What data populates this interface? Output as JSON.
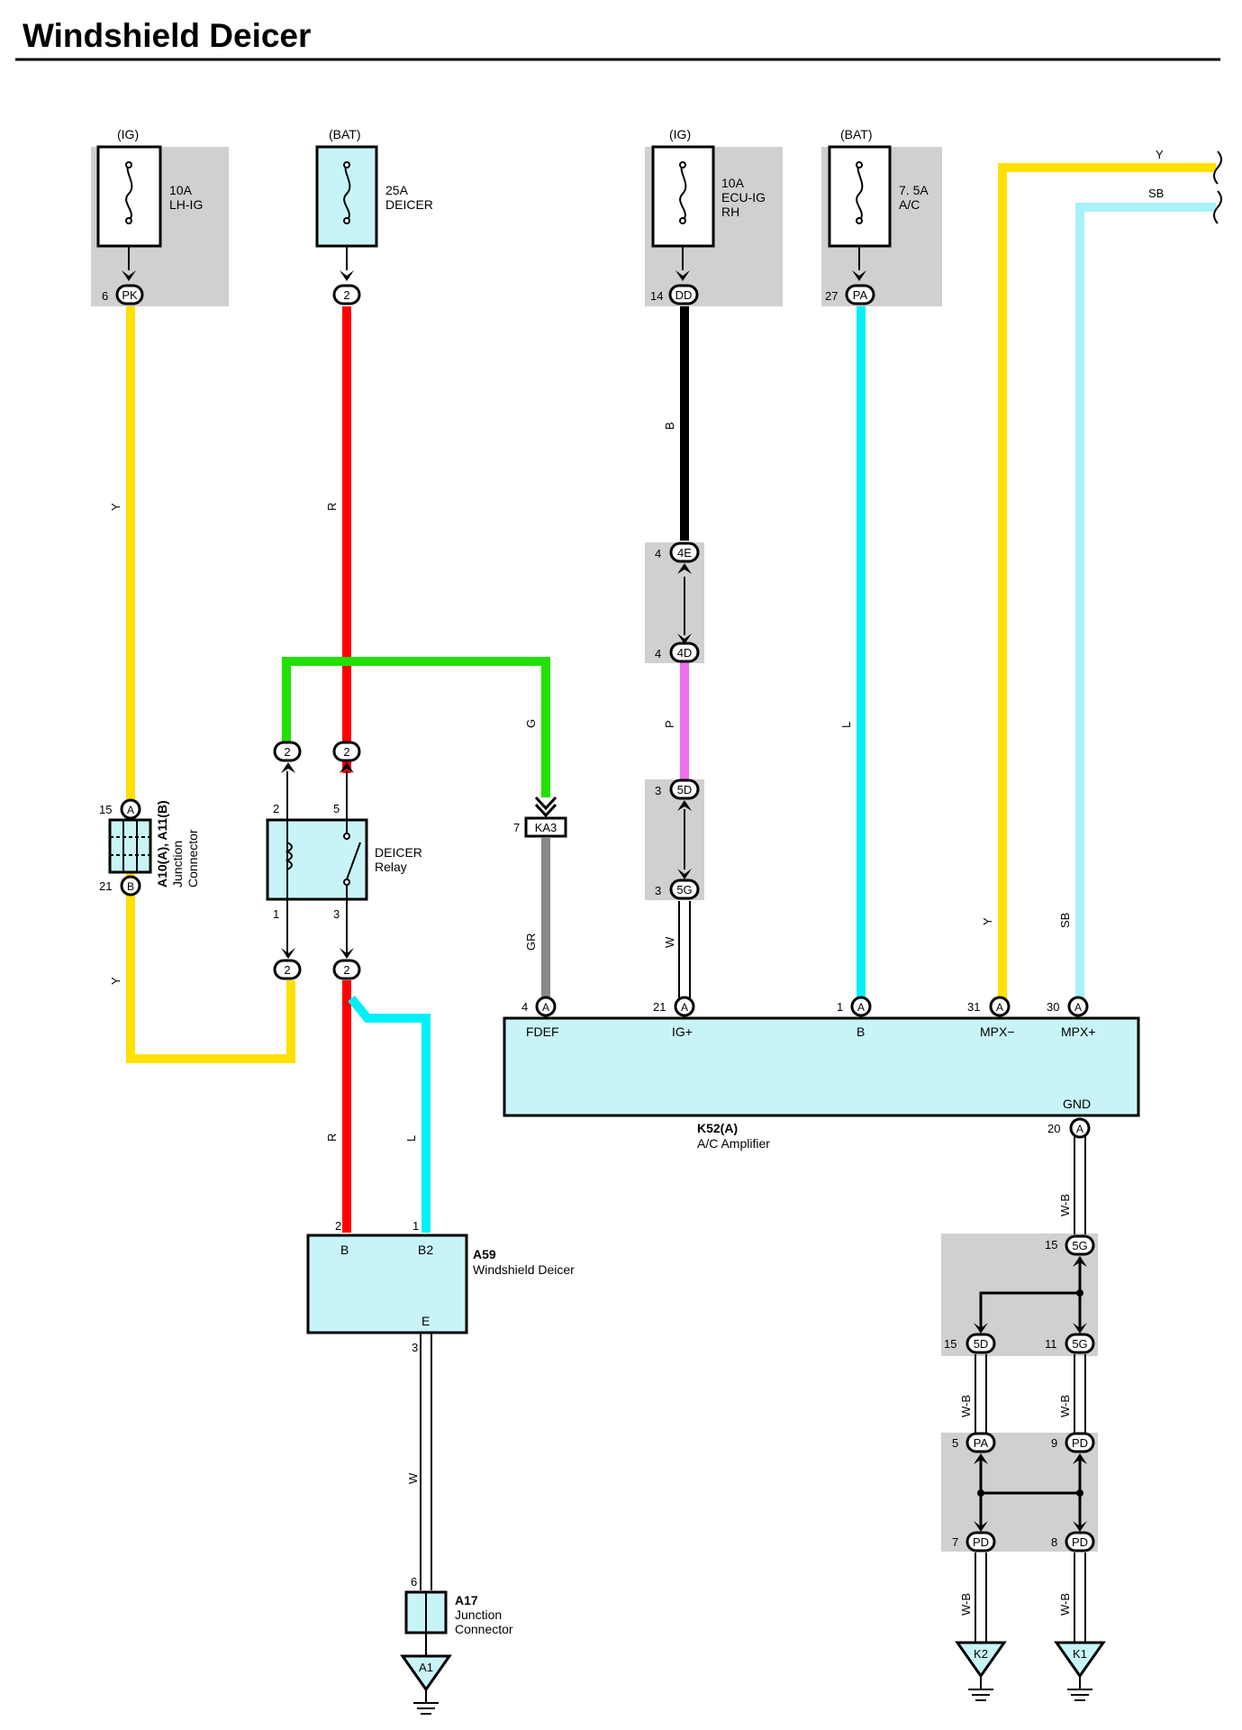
{
  "title": "Windshield Deicer",
  "fuses": [
    {
      "supply": "(IG)",
      "rating": "10A",
      "name": "LH-IG",
      "pin": "6",
      "conn": "PK"
    },
    {
      "supply": "(BAT)",
      "rating": "25A",
      "name": "DEICER",
      "pin": "",
      "conn": "2"
    },
    {
      "supply": "(IG)",
      "rating": "10A",
      "name": "ECU-IG RH",
      "pin": "14",
      "conn": "DD"
    },
    {
      "supply": "(BAT)",
      "rating": "7. 5A",
      "name": "A/C",
      "pin": "27",
      "conn": "PA"
    }
  ],
  "wire_colors": {
    "y1": "Y",
    "y2": "Y",
    "r1": "R",
    "r2": "R",
    "g": "G",
    "b": "B",
    "p": "P",
    "w1": "W",
    "l1": "L",
    "l2": "L",
    "gr": "GR",
    "y3": "Y",
    "sb1": "SB",
    "ytop": "Y",
    "sbtop": "SB",
    "w2": "W",
    "wb1": "W-B",
    "wb2": "W-B",
    "wb3": "W-B",
    "wb4": "W-B",
    "wb5": "W-B"
  },
  "connectors": {
    "a10_pin_top": "15",
    "a10_top": "A",
    "a10_pin_bot": "21",
    "a10_bot": "B",
    "relay_top_left": "2",
    "relay_top_right": "2",
    "relay_bot_left": "2",
    "relay_bot_right": "2",
    "ka3_pin": "7",
    "ka3": "KA3",
    "c4e_pin": "4",
    "c4e": "4E",
    "c4d_pin": "4",
    "c4d": "4D",
    "c5d_pin": "3",
    "c5d": "5D",
    "c5g_pin": "3",
    "c5g": "5G"
  },
  "relay": {
    "name": "DEICER",
    "sub": "Relay",
    "pin2": "2",
    "pin5": "5",
    "pin1": "1",
    "pin3": "3"
  },
  "junction_a10": {
    "name": "A10(A), A11(B)",
    "sub1": "Junction",
    "sub2": "Connector"
  },
  "amplifier": {
    "id": "K52(A)",
    "name": "A/C Amplifier",
    "pins": [
      {
        "num": "4",
        "conn": "A",
        "label": "FDEF"
      },
      {
        "num": "21",
        "conn": "A",
        "label": "IG+"
      },
      {
        "num": "1",
        "conn": "A",
        "label": "B"
      },
      {
        "num": "31",
        "conn": "A",
        "label": "MPX−"
      },
      {
        "num": "30",
        "conn": "A",
        "label": "MPX+"
      }
    ],
    "gnd_label": "GND",
    "gnd_num": "20",
    "gnd_conn": "A"
  },
  "deicer": {
    "id": "A59",
    "name": "Windshield Deicer",
    "pin_b_num": "2",
    "pin_b": "B",
    "pin_b2_num": "1",
    "pin_b2": "B2",
    "pin_e": "E",
    "pin_e_num": "3"
  },
  "a17": {
    "id": "A17",
    "sub1": "Junction",
    "sub2": "Connector",
    "pin": "6"
  },
  "grounds": {
    "a1": "A1",
    "k2": "K2",
    "k1": "K1"
  },
  "right_conns": {
    "c5g_top_pin": "15",
    "c5g_top": "5G",
    "c5d_pin": "15",
    "c5d": "5D",
    "c5g_mid_pin": "11",
    "c5g_mid": "5G",
    "pa_pin": "5",
    "pa": "PA",
    "pd_top_pin": "9",
    "pd_top": "PD",
    "pd_l_pin": "7",
    "pd_l": "PD",
    "pd_r_pin": "8",
    "pd_r": "PD"
  },
  "colors": {
    "yellow": "#FFE000",
    "red": "#FF0000",
    "green": "#22E000",
    "black": "#000000",
    "pink": "#F070F0",
    "cyan": "#00F0F8",
    "lightblue": "#A8F2F8",
    "gray": "#888888",
    "box_fill": "#C8F4F8",
    "shade": "#D0D0D0"
  }
}
